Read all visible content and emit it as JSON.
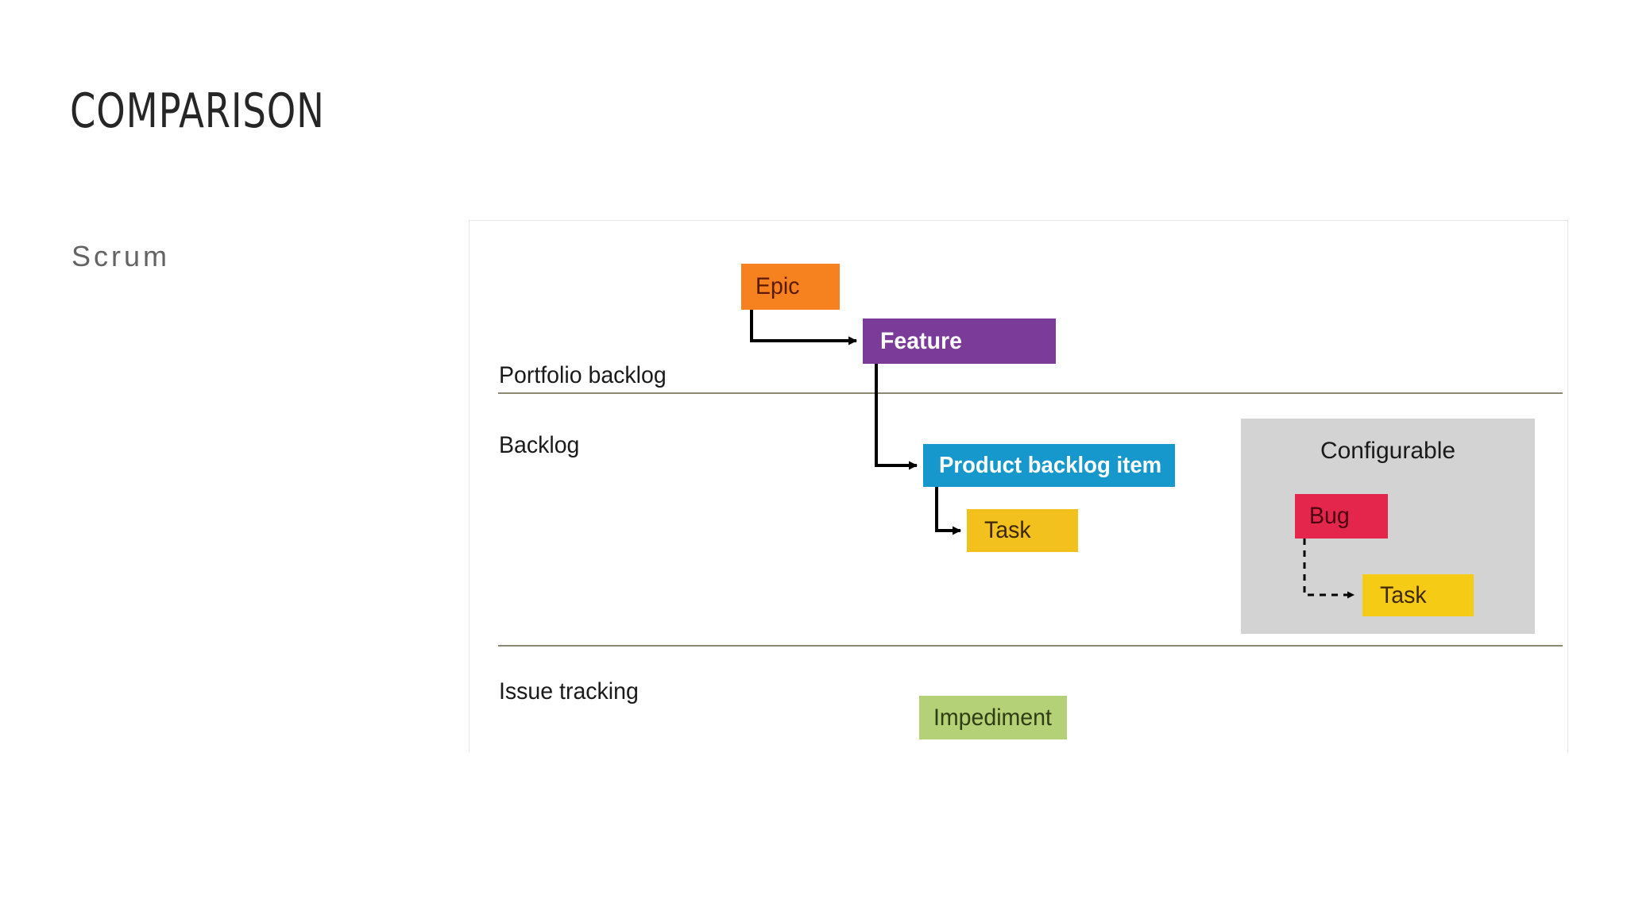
{
  "slide": {
    "title": "Comparison",
    "subtitle": "Scrum"
  },
  "diagram": {
    "name": "scrum-work-item-hierarchy",
    "rows": [
      {
        "id": "portfolio-backlog",
        "label": "Portfolio backlog"
      },
      {
        "id": "backlog",
        "label": "Backlog"
      },
      {
        "id": "issue-tracking",
        "label": "Issue tracking"
      }
    ],
    "boxes": [
      {
        "id": "epic",
        "label": "Epic",
        "row": "portfolio-backlog",
        "color": "#F5821F",
        "text_color": "#5a1a00"
      },
      {
        "id": "feature",
        "label": "Feature",
        "row": "portfolio-backlog",
        "color": "#7A3B99",
        "text_color": "#ffffff"
      },
      {
        "id": "product-backlog-item",
        "label": "Product backlog item",
        "row": "backlog",
        "color": "#1698CD",
        "text_color": "#ffffff"
      },
      {
        "id": "task-scrum",
        "label": "Task",
        "row": "backlog",
        "color": "#F2C11E",
        "text_color": "#3d2800"
      },
      {
        "id": "bug",
        "label": "Bug",
        "row": "backlog",
        "color": "#E4264C",
        "text_color": "#4a0010"
      },
      {
        "id": "task-configurable",
        "label": "Task",
        "row": "backlog",
        "color": "#F6CB15",
        "text_color": "#3d2800"
      },
      {
        "id": "impediment",
        "label": "Impediment",
        "row": "issue-tracking",
        "color": "#B4D177",
        "text_color": "#2f3d14"
      }
    ],
    "group": {
      "id": "configurable",
      "label": "Configurable",
      "color": "#d3d3d3",
      "members": [
        "bug",
        "task-configurable"
      ]
    },
    "connectors": [
      {
        "from": "epic",
        "to": "feature",
        "style": "solid"
      },
      {
        "from": "feature",
        "to": "product-backlog-item",
        "style": "solid"
      },
      {
        "from": "product-backlog-item",
        "to": "task-scrum",
        "style": "solid"
      },
      {
        "from": "bug",
        "to": "task-configurable",
        "style": "dashed"
      }
    ],
    "divider_color": "#8a8a72",
    "frame_border_color": "#e6e6e6"
  }
}
